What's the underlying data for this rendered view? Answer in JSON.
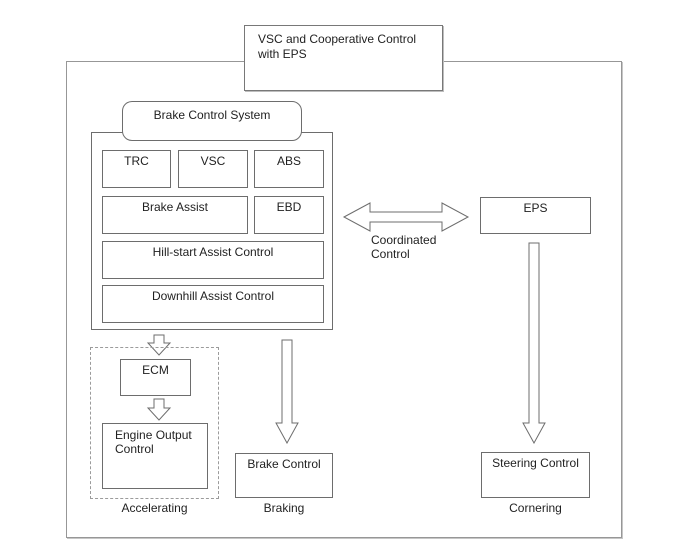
{
  "colors": {
    "background": "#ffffff",
    "box_line": "#6d6d6d",
    "outer_line": "#979797",
    "dashed_line": "#9b9b9b",
    "text": "#1f1f1f"
  },
  "title_box": {
    "text": "VSC and Cooperative Control with EPS"
  },
  "brake_control_system": {
    "header": "Brake Control System",
    "row1": [
      "TRC",
      "VSC",
      "ABS"
    ],
    "row2": [
      "Brake Assist",
      "EBD"
    ],
    "row3": "Hill-start Assist Control",
    "row4": "Downhill Assist Control"
  },
  "coordinated_control_label": "Coordinated Control",
  "eps": {
    "label": "EPS"
  },
  "accelerating": {
    "ecm": "ECM",
    "engine_output_control": "Engine Output Control",
    "caption": "Accelerating"
  },
  "braking": {
    "box": "Brake Control",
    "caption": "Braking"
  },
  "cornering": {
    "box": "Steering Control",
    "caption": "Cornering"
  }
}
